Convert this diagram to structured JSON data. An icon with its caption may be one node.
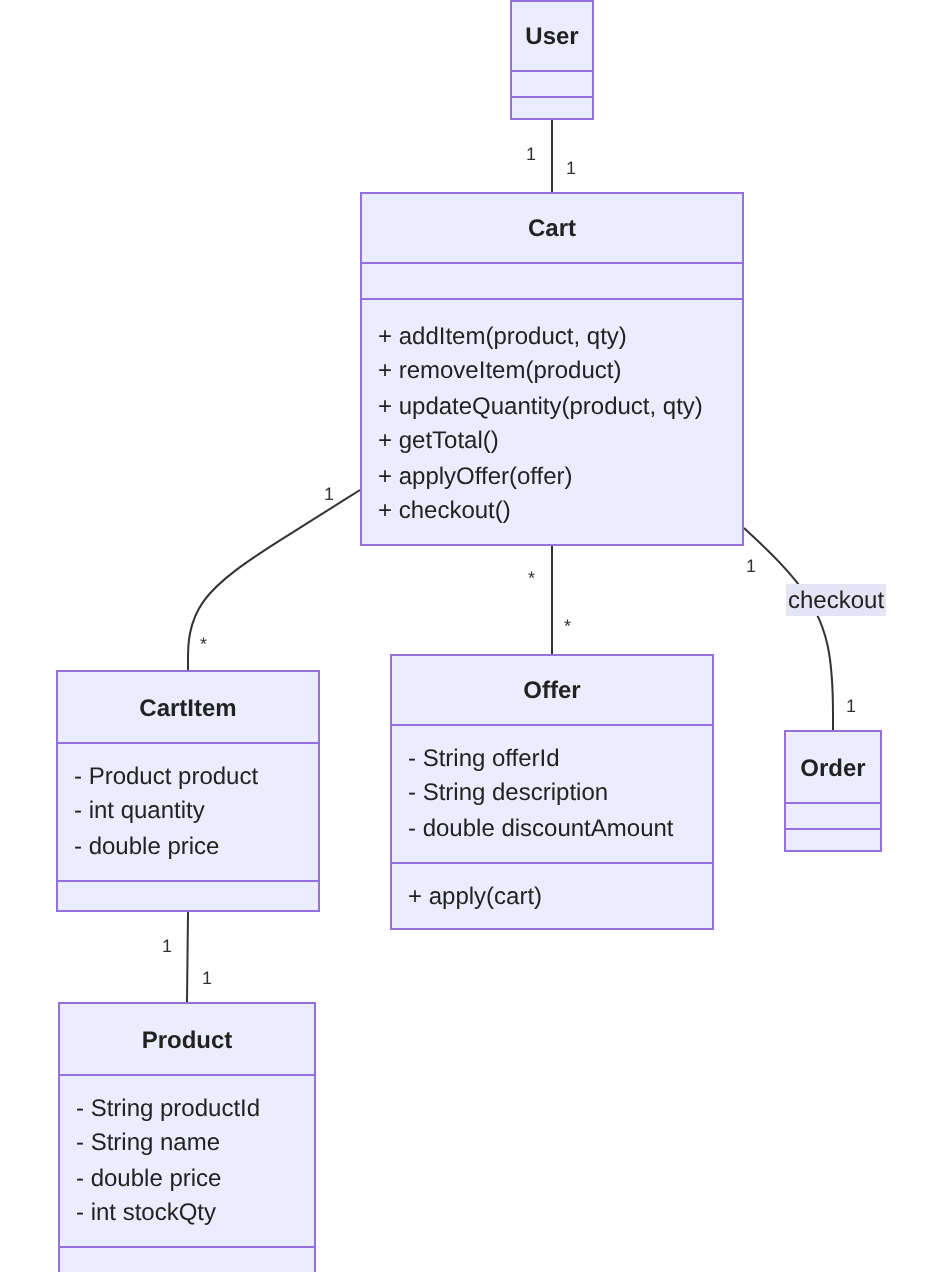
{
  "diagram": {
    "nodes": [
      {
        "text": [
          "User"
        ]
      },
      {
        "text": [
          "Cart",
          "+ addItem(product, qty)",
          "+ removeItem(product)",
          "+ updateQuantity(product, qty)",
          "+ getTotal()",
          "+ applyOffer(offer)",
          "+ checkout()"
        ]
      },
      {
        "text": [
          "CartItem",
          "- Product product",
          "- int quantity",
          "- double price"
        ]
      },
      {
        "text": [
          "Offer",
          "- String offerId",
          "- String description",
          "- double discountAmount",
          "+ apply(cart)"
        ]
      },
      {
        "text": [
          "Order"
        ]
      },
      {
        "text": [
          "Product",
          "- String productId",
          "- String name",
          "- double price",
          "- int stockQty"
        ]
      }
    ],
    "edges": [
      {
        "from": 0,
        "to": 1,
        "arrow": "none"
      },
      {
        "from": 1,
        "to": 2,
        "arrow": "none"
      },
      {
        "from": 1,
        "to": 3,
        "arrow": "none"
      },
      {
        "from": 1,
        "to": 4,
        "arrow": "none",
        "label": "checkout"
      },
      {
        "from": 2,
        "to": 5,
        "arrow": "none"
      }
    ],
    "labels": [
      "1",
      "1",
      "1",
      "1",
      "*",
      "*",
      "*",
      "1",
      "1",
      "1"
    ]
  }
}
